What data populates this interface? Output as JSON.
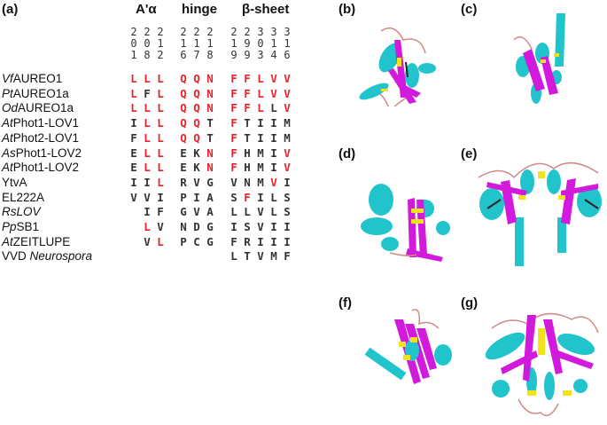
{
  "panel_a": {
    "label": "(a)",
    "region_headers": {
      "a_alpha": "A'α",
      "hinge": "hinge",
      "beta_sheet": "β-sheet"
    },
    "positions": [
      "201",
      "208",
      "212",
      "216",
      "217",
      "218",
      "219",
      "299",
      "303",
      "314",
      "316"
    ],
    "colors": {
      "conserved": "#e8232d",
      "other": "#333333"
    },
    "rows": [
      {
        "prefix": "Vf",
        "suffix": "AUREO1",
        "residues": [
          "L",
          "L",
          "L",
          "Q",
          "Q",
          "N",
          "F",
          "F",
          "L",
          "V",
          "V"
        ],
        "red": [
          1,
          1,
          1,
          1,
          1,
          1,
          1,
          1,
          1,
          1,
          1
        ]
      },
      {
        "prefix": "Pt",
        "suffix": "AUREO1a",
        "residues": [
          "L",
          "F",
          "L",
          "Q",
          "Q",
          "N",
          "F",
          "F",
          "L",
          "V",
          "V"
        ],
        "red": [
          1,
          0,
          1,
          1,
          1,
          1,
          1,
          1,
          1,
          1,
          1
        ]
      },
      {
        "prefix": "Od",
        "suffix": "AUREO1a",
        "residues": [
          "L",
          "L",
          "L",
          "Q",
          "Q",
          "N",
          "F",
          "F",
          "L",
          "L",
          "V"
        ],
        "red": [
          1,
          1,
          1,
          1,
          1,
          1,
          1,
          1,
          1,
          0,
          1
        ]
      },
      {
        "prefix": "At",
        "suffix": "Phot1-LOV1",
        "residues": [
          "I",
          "L",
          "L",
          "Q",
          "Q",
          "T",
          "F",
          "T",
          "I",
          "I",
          "M"
        ],
        "red": [
          0,
          1,
          1,
          1,
          1,
          0,
          1,
          0,
          0,
          0,
          0
        ]
      },
      {
        "prefix": "At",
        "suffix": "Phot2-LOV1",
        "residues": [
          "F",
          "L",
          "L",
          "Q",
          "Q",
          "T",
          "F",
          "T",
          "I",
          "I",
          "M"
        ],
        "red": [
          0,
          1,
          1,
          1,
          1,
          0,
          1,
          0,
          0,
          0,
          0
        ]
      },
      {
        "prefix": "As",
        "suffix": "Phot1-LOV2",
        "residues": [
          "E",
          "L",
          "L",
          "E",
          "K",
          "N",
          "F",
          "H",
          "M",
          "I",
          "V"
        ],
        "red": [
          0,
          1,
          1,
          0,
          0,
          1,
          1,
          0,
          0,
          0,
          1
        ]
      },
      {
        "prefix": "At",
        "suffix": "Phot1-LOV2",
        "residues": [
          "E",
          "L",
          "L",
          "E",
          "K",
          "N",
          "F",
          "H",
          "M",
          "I",
          "V"
        ],
        "red": [
          0,
          1,
          1,
          0,
          0,
          1,
          1,
          0,
          0,
          0,
          1
        ]
      },
      {
        "prefix": "",
        "suffix": "YtvA",
        "residues": [
          "I",
          "I",
          "L",
          "R",
          "V",
          "G",
          "V",
          "N",
          "M",
          "V",
          "I"
        ],
        "red": [
          0,
          0,
          1,
          0,
          0,
          0,
          0,
          0,
          0,
          1,
          0
        ]
      },
      {
        "prefix": "",
        "suffix": "EL222A",
        "residues": [
          "V",
          "V",
          "I",
          "P",
          "I",
          "A",
          "S",
          "F",
          "I",
          "L",
          "S"
        ],
        "red": [
          0,
          0,
          0,
          0,
          0,
          0,
          0,
          1,
          0,
          0,
          0
        ]
      },
      {
        "prefix": "RsLOV",
        "suffix": "",
        "residues": [
          "",
          "I",
          "F",
          "G",
          "V",
          "A",
          "L",
          "L",
          "V",
          "L",
          "S"
        ],
        "red": [
          0,
          0,
          0,
          0,
          0,
          0,
          0,
          0,
          0,
          0,
          0
        ]
      },
      {
        "prefix": "Pp",
        "suffix": "SB1",
        "residues": [
          "",
          "L",
          "V",
          "N",
          "D",
          "G",
          "I",
          "S",
          "V",
          "I",
          "I"
        ],
        "red": [
          0,
          1,
          0,
          0,
          0,
          0,
          0,
          0,
          0,
          0,
          0
        ]
      },
      {
        "prefix": "At",
        "suffix": "ZEITLUPE",
        "residues": [
          "",
          "V",
          "L",
          "P",
          "C",
          "G",
          "F",
          "R",
          "I",
          "I",
          "I"
        ],
        "red": [
          0,
          0,
          1,
          0,
          0,
          0,
          0,
          0,
          0,
          0,
          0
        ]
      },
      {
        "prefix": "",
        "suffix": "VVD ",
        "suffix_italic": "Neurospora",
        "residues": [
          "",
          "",
          "",
          "",
          "",
          "",
          "L",
          "T",
          "V",
          "M",
          "F"
        ],
        "red": [
          0,
          0,
          0,
          0,
          0,
          0,
          0,
          0,
          0,
          0,
          0
        ]
      }
    ]
  },
  "structures": [
    {
      "label": "(b)"
    },
    {
      "label": "(c)"
    },
    {
      "label": "(d)"
    },
    {
      "label": "(e)"
    },
    {
      "label": "(f)"
    },
    {
      "label": "(g)"
    }
  ],
  "structure_colors": {
    "helix": "#22c4cc",
    "sheet": "#d21adc",
    "loop": "#d08a86",
    "ligand": "#f2e21a",
    "cofactor": "#222222"
  }
}
